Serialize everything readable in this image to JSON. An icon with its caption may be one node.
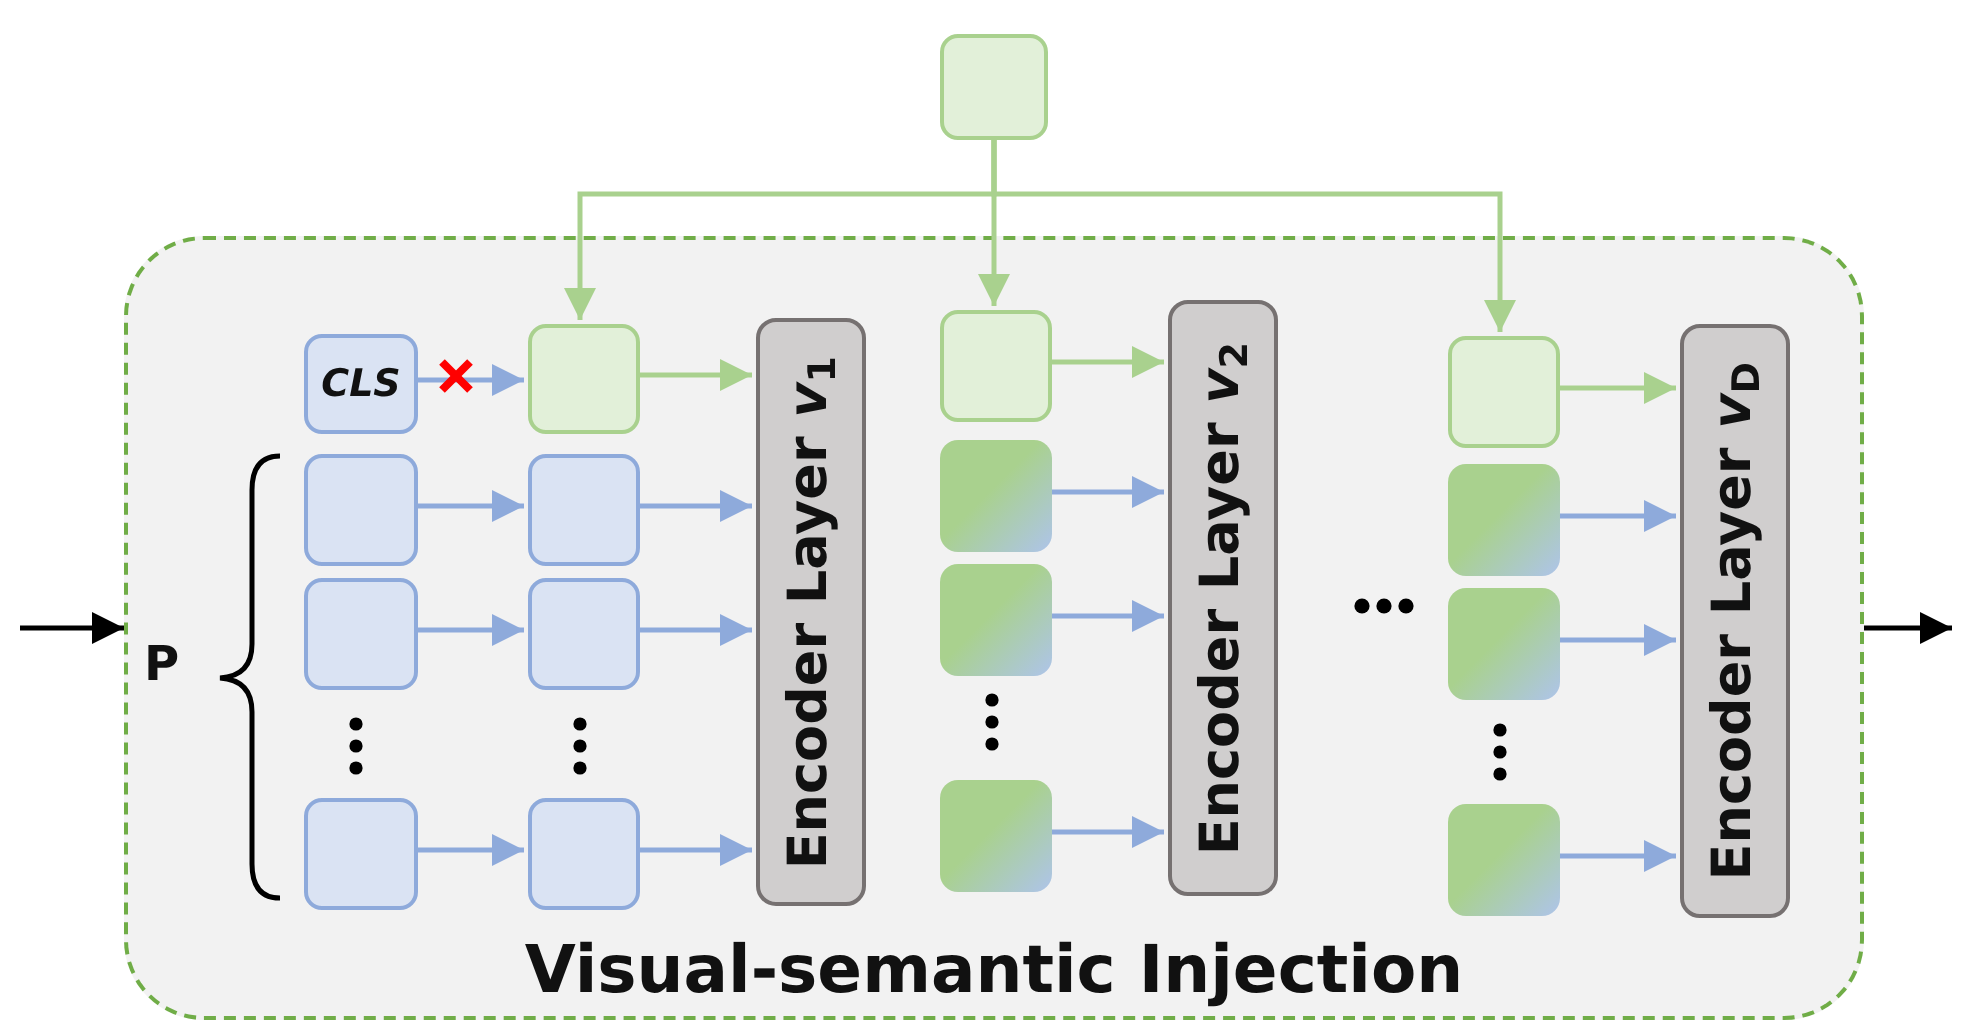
{
  "diagram": {
    "nodes": [
      {
        "text": [
          "Visual-semantic Injection"
        ]
      },
      {
        "text": [],
        "shape": "box"
      },
      {
        "text": [
          "CLS"
        ],
        "in": 0
      },
      {
        "text": [],
        "shape": "box",
        "in": 0
      },
      {
        "text": [],
        "shape": "box",
        "in": 0
      },
      {
        "text": [],
        "shape": "box",
        "in": 0
      },
      {
        "text": [],
        "shape": "box",
        "in": 0
      },
      {
        "text": [],
        "shape": "box",
        "in": 0
      },
      {
        "text": [],
        "shape": "box",
        "in": 0
      },
      {
        "text": [],
        "shape": "box",
        "in": 0
      },
      {
        "text": [
          "Encoder Layer *v*$_{1}$"
        ],
        "in": 0
      },
      {
        "text": [],
        "shape": "box",
        "in": 0
      },
      {
        "text": [],
        "shape": "box",
        "in": 0
      },
      {
        "text": [],
        "shape": "box",
        "in": 0
      },
      {
        "text": [],
        "shape": "box",
        "in": 0
      },
      {
        "text": [
          "Encoder Layer *v*$_{2}$"
        ],
        "in": 0
      },
      {
        "text": [],
        "shape": "box",
        "in": 0
      },
      {
        "text": [],
        "shape": "box",
        "in": 0
      },
      {
        "text": [],
        "shape": "box",
        "in": 0
      },
      {
        "text": [],
        "shape": "box",
        "in": 0
      },
      {
        "text": [
          "Encoder Layer *v*$_{D}$"
        ],
        "in": 0
      }
    ],
    "edges": [
      {
        "from": null,
        "to": 0,
        "arrow": "to",
        "color": "#000000"
      },
      {
        "from": 0,
        "to": null,
        "arrow": "to",
        "color": "#000000"
      },
      {
        "from": 1,
        "to": 3,
        "arrow": "to",
        "color": "#a9d18e"
      },
      {
        "from": 1,
        "to": 11,
        "arrow": "to",
        "color": "#a9d18e"
      },
      {
        "from": 1,
        "to": 16,
        "arrow": "to",
        "color": "#a9d18e"
      },
      {
        "from": 2,
        "to": 3,
        "arrow": "to"
      },
      {
        "from": 4,
        "to": 7,
        "arrow": "to"
      },
      {
        "from": 5,
        "to": 8,
        "arrow": "to"
      },
      {
        "from": 6,
        "to": 9,
        "arrow": "to"
      },
      {
        "from": 3,
        "to": 10,
        "arrow": "to",
        "color": "#a9d18e"
      },
      {
        "from": 7,
        "to": 10,
        "arrow": "to"
      },
      {
        "from": 8,
        "to": 10,
        "arrow": "to"
      },
      {
        "from": 9,
        "to": 10,
        "arrow": "to"
      },
      {
        "from": 11,
        "to": 15,
        "arrow": "to",
        "color": "#a9d18e"
      },
      {
        "from": 12,
        "to": 15,
        "arrow": "to"
      },
      {
        "from": 13,
        "to": 15,
        "arrow": "to"
      },
      {
        "from": 14,
        "to": 15,
        "arrow": "to"
      },
      {
        "from": 16,
        "to": 20,
        "arrow": "to",
        "color": "#a9d18e"
      },
      {
        "from": 17,
        "to": 20,
        "arrow": "to"
      },
      {
        "from": 18,
        "to": 20,
        "arrow": "to"
      },
      {
        "from": 19,
        "to": 20,
        "arrow": "to"
      }
    ],
    "labels": [
      "P"
    ]
  }
}
